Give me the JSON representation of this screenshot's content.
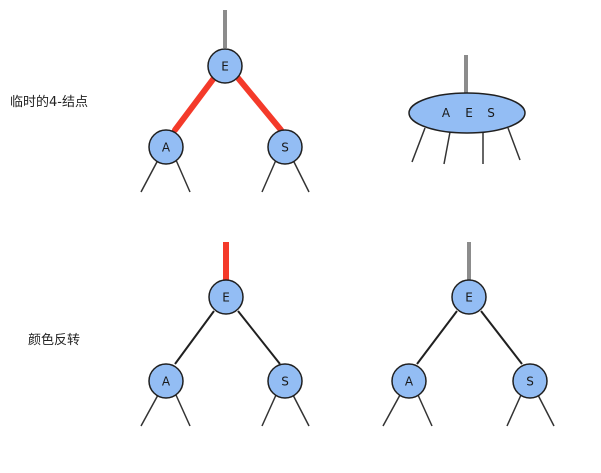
{
  "colors": {
    "node_fill": "#93bdf4",
    "node_stroke": "#202020",
    "black_link": "#202020",
    "red_link": "#f43a2a",
    "parent_link_gray": "#8c8c8c",
    "child_stub": "#333333"
  },
  "row1": {
    "label": "临时的4-结点",
    "tree": {
      "root": "E",
      "left": "A",
      "right": "S",
      "parent_link_color": "gray",
      "left_link_color": "red",
      "right_link_color": "red"
    },
    "four_node": {
      "keys": [
        "A",
        "E",
        "S"
      ],
      "parent_link_color": "gray"
    }
  },
  "row2": {
    "label": "颜色反转",
    "before_tree": {
      "root": "E",
      "left": "A",
      "right": "S",
      "parent_link_color": "red",
      "left_link_color": "black",
      "right_link_color": "black"
    },
    "after_tree": {
      "root": "E",
      "left": "A",
      "right": "S",
      "parent_link_color": "gray",
      "left_link_color": "black",
      "right_link_color": "black"
    }
  }
}
